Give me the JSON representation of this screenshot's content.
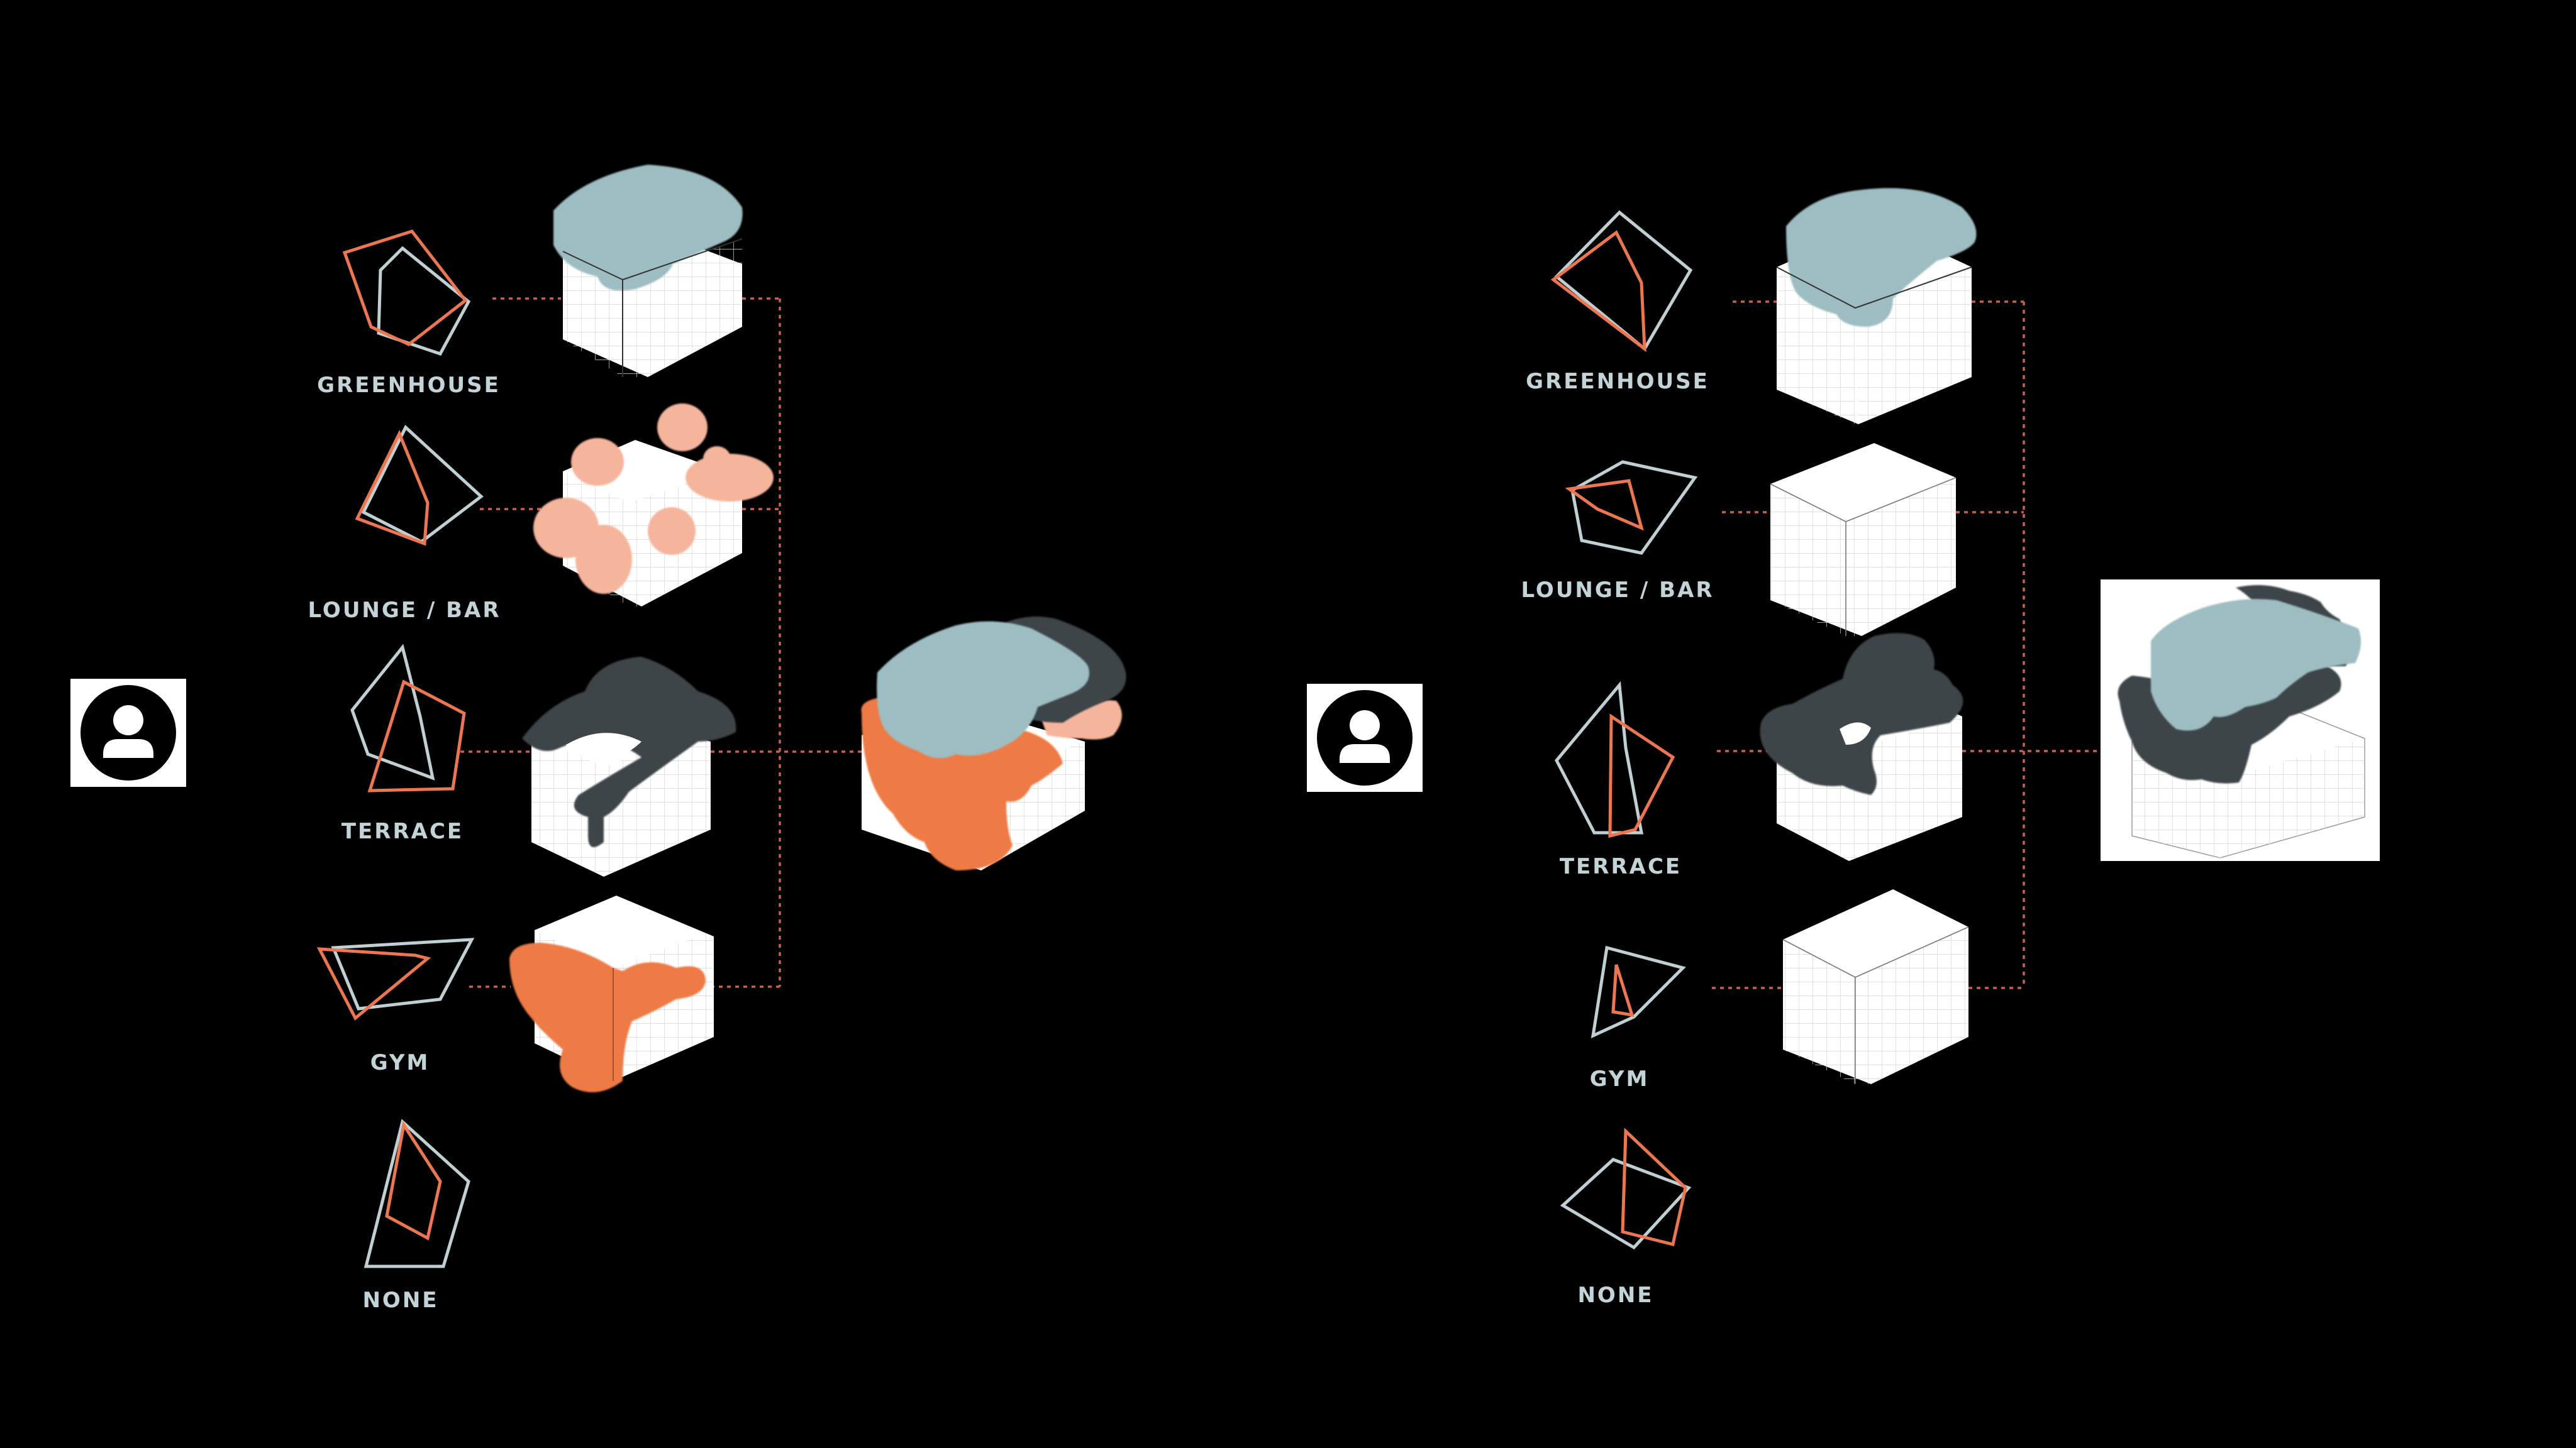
{
  "colors": {
    "background": "#000000",
    "greenhouse": "#9dbdc2",
    "lounge_bar": "#f5b59c",
    "terrace": "#3c4548",
    "gym": "#ee7a45",
    "radar_outline": "#bfcfd4",
    "radar_accent": "#ec7650",
    "connector": "#c9604a",
    "label": "#c3d4d8",
    "cube_face": "#ffffff",
    "cube_grid": "#d4d4d4"
  },
  "icons": {
    "user": "user-avatar-icon",
    "radar": "radar-chart-icon",
    "cube": "isometric-cube-icon"
  },
  "left_panel": {
    "items": [
      {
        "key": "greenhouse",
        "label": "GREENHOUSE",
        "program": "greenhouse"
      },
      {
        "key": "lounge",
        "label": "LOUNGE / BAR",
        "program": "lounge_bar"
      },
      {
        "key": "terrace",
        "label": "TERRACE",
        "program": "terrace"
      },
      {
        "key": "gym",
        "label": "GYM",
        "program": "gym"
      },
      {
        "key": "none",
        "label": "NONE",
        "program": ""
      }
    ]
  },
  "right_panel": {
    "items": [
      {
        "key": "greenhouse",
        "label": "GREENHOUSE",
        "program": "greenhouse"
      },
      {
        "key": "lounge",
        "label": "LOUNGE / BAR",
        "program": ""
      },
      {
        "key": "terrace",
        "label": "TERRACE",
        "program": "terrace"
      },
      {
        "key": "gym",
        "label": "GYM",
        "program": ""
      },
      {
        "key": "none",
        "label": "NONE",
        "program": ""
      }
    ]
  }
}
